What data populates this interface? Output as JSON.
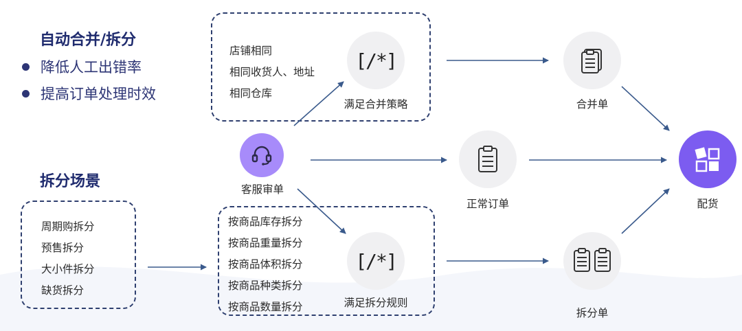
{
  "auto_section": {
    "title": "自动合并/拆分",
    "bullets": [
      "降低人工出错率",
      "提高订单处理时效"
    ]
  },
  "split_section": {
    "title": "拆分场景",
    "items": [
      "周期购拆分",
      "预售拆分",
      "大小件拆分",
      "缺货拆分"
    ]
  },
  "merge_conditions": [
    "店铺相同",
    "相同收货人、地址",
    "相同仓库"
  ],
  "split_rules": [
    "按商品库存拆分",
    "按商品重量拆分",
    "按商品体积拆分",
    "按商品种类拆分",
    "按商品数量拆分"
  ],
  "nodes": {
    "merge_strategy": "满足合并策略",
    "split_rule": "满足拆分规则",
    "rule_symbol": "[/*]",
    "customer_review": "客服审单",
    "merged_order": "合并单",
    "normal_order": "正常订单",
    "split_order": "拆分单",
    "delivery": "配货"
  },
  "colors": {
    "navy": "#1f2b6e",
    "purple_light": "#a78bfa",
    "purple_dark": "#7c5cf0",
    "arrow": "#3a5a8c"
  }
}
